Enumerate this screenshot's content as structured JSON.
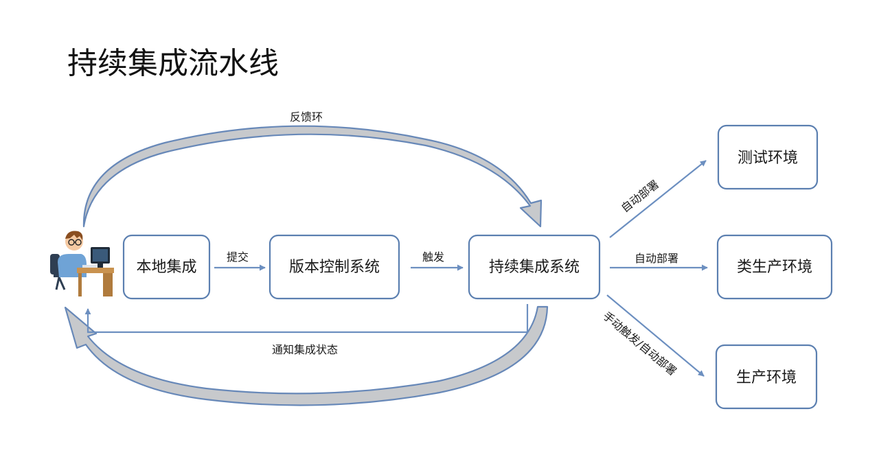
{
  "title": "持续集成流水线",
  "nodes": {
    "local": "本地集成",
    "vcs": "版本控制系统",
    "ci": "持续集成系统",
    "test_env": "测试环境",
    "staging_env": "类生产环境",
    "prod_env": "生产环境"
  },
  "edges": {
    "commit": "提交",
    "trigger": "触发",
    "feedback": "反馈环",
    "notify": "通知集成状态",
    "auto_deploy_test": "自动部署",
    "auto_deploy_staging": "自动部署",
    "deploy_prod": "手动触发/自动部署"
  },
  "colors": {
    "node_border": "#5b7fb0",
    "arrow": "#6c8fc0",
    "loop_fill": "#c7c9cc"
  },
  "icons": {
    "developer": "developer-at-computer-icon"
  }
}
